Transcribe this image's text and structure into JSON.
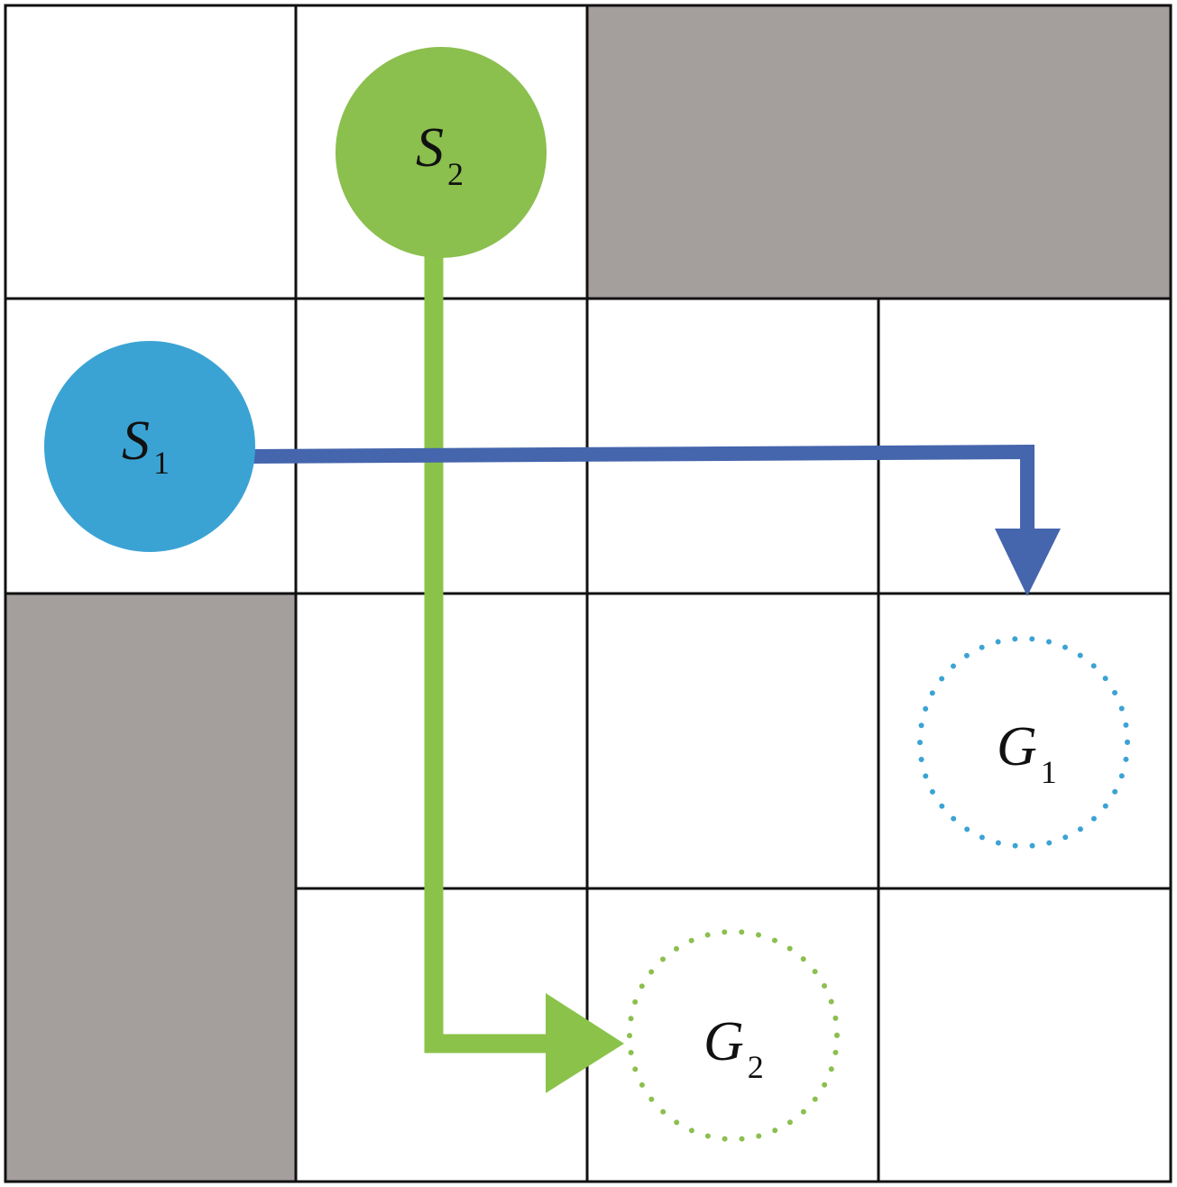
{
  "colors": {
    "obstacle": "#a49e9d",
    "grid_line": "#111111",
    "agent1": "#3ba3d4",
    "agent1_path": "#4565ad",
    "agent2": "#8bbf4e",
    "agent2_path": "#8bc34a"
  },
  "labels": {
    "s1": {
      "main": "S",
      "sub": "1"
    },
    "s2": {
      "main": "S",
      "sub": "2"
    },
    "g1": {
      "main": "G",
      "sub": "1"
    },
    "g2": {
      "main": "G",
      "sub": "2"
    }
  },
  "grid": {
    "rows": 4,
    "cols": 4,
    "obstacle_cells": [
      {
        "row": 0,
        "col": 2,
        "span_cols": 2,
        "span_rows": 1
      },
      {
        "row": 2,
        "col": 0,
        "span_cols": 1,
        "span_rows": 2
      }
    ]
  },
  "agents": [
    {
      "id": "agent-1",
      "start_cell": {
        "row": 1,
        "col": 0
      },
      "goal_cell": {
        "row": 2,
        "col": 3
      }
    },
    {
      "id": "agent-2",
      "start_cell": {
        "row": 0,
        "col": 1
      },
      "goal_cell": {
        "row": 3,
        "col": 2
      }
    }
  ]
}
